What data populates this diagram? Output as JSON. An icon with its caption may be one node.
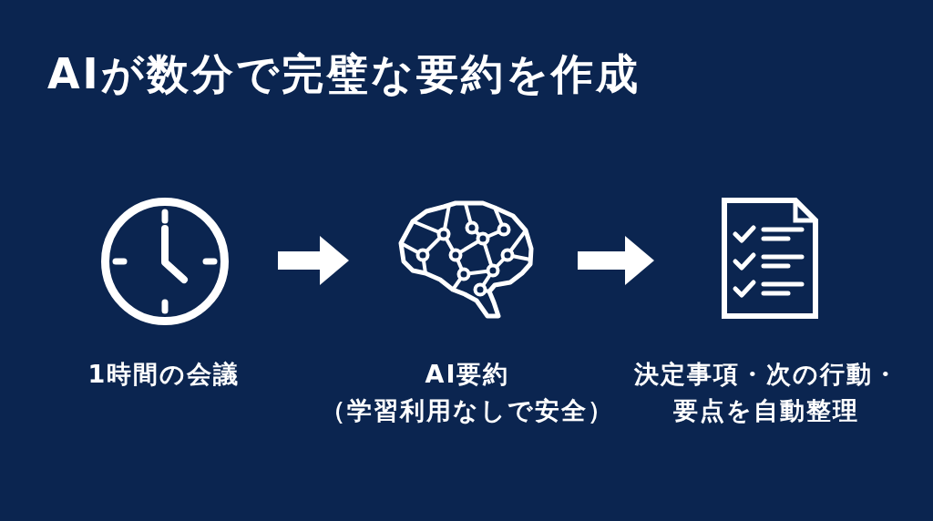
{
  "diagram": {
    "title": "AIが数分で完璧な要約を作成",
    "nodes": [
      {
        "text": [],
        "shape": "picture",
        "beside": [
          "1時間の会議"
        ]
      },
      {
        "text": [],
        "shape": "picture",
        "beside": [
          "AI要約",
          "（学習利用なしで安全）"
        ]
      },
      {
        "text": [],
        "shape": "picture",
        "beside": [
          "決定事項・次の行動・要点を自動整理"
        ]
      }
    ],
    "edges": [
      {
        "from": 0,
        "to": 1,
        "arrow": "to"
      },
      {
        "from": 1,
        "to": 2,
        "arrow": "to"
      }
    ]
  }
}
